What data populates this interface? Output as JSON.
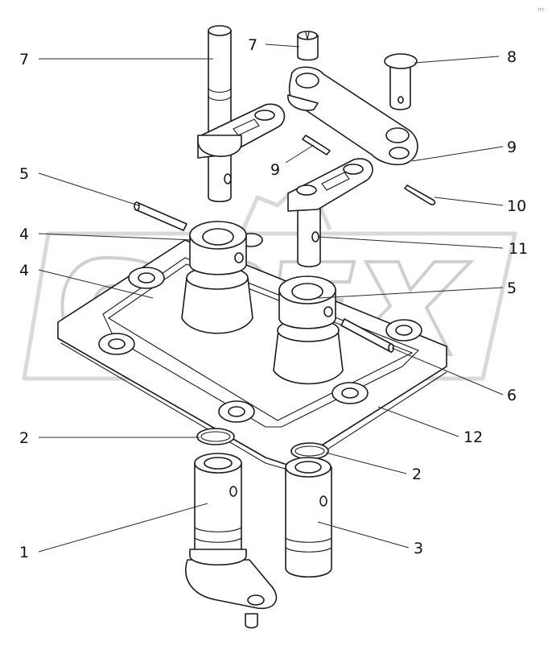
{
  "figure": {
    "watermark_text": "OPEX",
    "corner_mark": "rrr",
    "callouts": [
      {
        "id": "c1",
        "label": "1"
      },
      {
        "id": "c2a",
        "label": "2"
      },
      {
        "id": "c2b",
        "label": "2"
      },
      {
        "id": "c3",
        "label": "3"
      },
      {
        "id": "c4a",
        "label": "4"
      },
      {
        "id": "c4b",
        "label": "4"
      },
      {
        "id": "c5a",
        "label": "5"
      },
      {
        "id": "c5b",
        "label": "5"
      },
      {
        "id": "c6",
        "label": "6"
      },
      {
        "id": "c7a",
        "label": "7"
      },
      {
        "id": "c7b",
        "label": "7"
      },
      {
        "id": "c8",
        "label": "8"
      },
      {
        "id": "c9a",
        "label": "9"
      },
      {
        "id": "c9b",
        "label": "9"
      },
      {
        "id": "c10",
        "label": "10"
      },
      {
        "id": "c11",
        "label": "11"
      },
      {
        "id": "c12",
        "label": "12"
      }
    ]
  }
}
